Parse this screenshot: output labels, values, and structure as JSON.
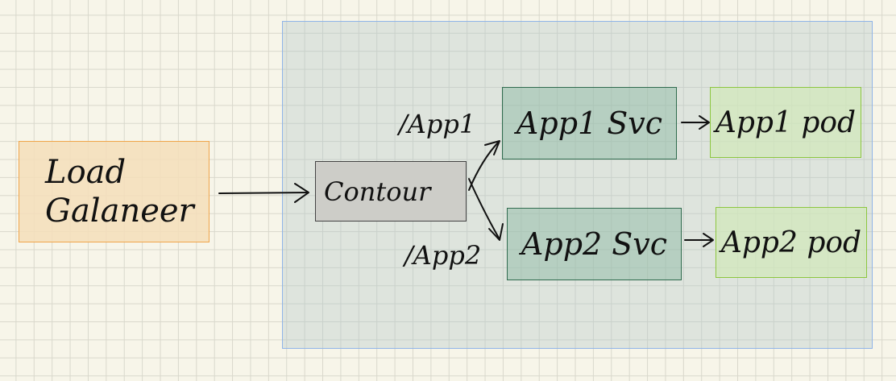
{
  "diagram": {
    "load_balancer": {
      "line1": "Load",
      "line2": "Galaneer"
    },
    "contour": "Contour",
    "routes": {
      "app1": "/App1",
      "app2": "/App2"
    },
    "services": {
      "app1": "App1 Svc",
      "app2": "App2 Svc"
    },
    "pods": {
      "app1": "App1 pod",
      "app2": "App2 pod"
    },
    "colors": {
      "cluster_border": "#8fb4e8",
      "load_balancer_border": "#f0a54a",
      "service_border": "#2f6b4e",
      "pod_border": "#8cc63f"
    }
  }
}
